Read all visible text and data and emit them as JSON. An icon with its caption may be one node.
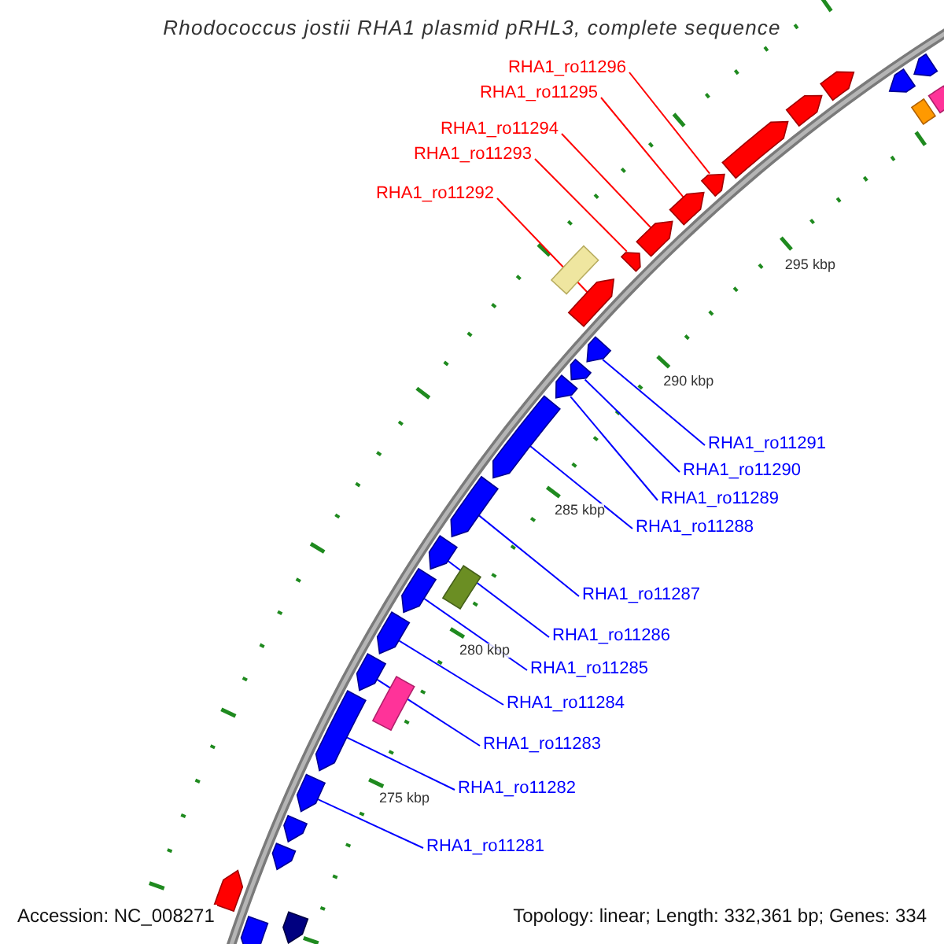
{
  "diagram": {
    "title": "Rhodococcus jostii RHA1 plasmid pRHL3, complete sequence",
    "nodes": [
      {
        "text": [
          "RHA1_ro11296"
        ]
      },
      {
        "text": [
          "RHA1_ro11295"
        ]
      },
      {
        "text": [
          "RHA1_ro11294"
        ]
      },
      {
        "text": [
          "RHA1_ro11293"
        ]
      },
      {
        "text": [
          "RHA1_ro11292"
        ]
      },
      {
        "text": [
          "RHA1_ro11291"
        ]
      },
      {
        "text": [
          "RHA1_ro11290"
        ]
      },
      {
        "text": [
          "RHA1_ro11289"
        ]
      },
      {
        "text": [
          "RHA1_ro11288"
        ]
      },
      {
        "text": [
          "RHA1_ro11287"
        ]
      },
      {
        "text": [
          "RHA1_ro11286"
        ]
      },
      {
        "text": [
          "RHA1_ro11285"
        ]
      },
      {
        "text": [
          "RHA1_ro11284"
        ]
      },
      {
        "text": [
          "RHA1_ro11283"
        ]
      },
      {
        "text": [
          "RHA1_ro11282"
        ]
      },
      {
        "text": [
          "RHA1_ro11281"
        ]
      },
      {
        "text": [],
        "shape": "bar"
      },
      {
        "text": [],
        "shape": "bar"
      },
      {
        "text": [],
        "shape": "bar"
      },
      {
        "text": [],
        "shape": "bar"
      },
      {
        "text": [],
        "shape": "bar"
      },
      {
        "text": [],
        "shape": "bar"
      },
      {
        "text": [],
        "shape": "bar"
      },
      {
        "text": [],
        "shape": "bar"
      },
      {
        "text": [],
        "shape": "bar"
      },
      {
        "text": [],
        "shape": "bar"
      },
      {
        "text": [],
        "shape": "bar"
      },
      {
        "text": [],
        "shape": "bar"
      },
      {
        "text": [],
        "shape": "bar"
      },
      {
        "text": [],
        "shape": "bar"
      },
      {
        "text": [],
        "shape": "bar"
      },
      {
        "text": [],
        "shape": "bar"
      },
      {
        "text": [],
        "shape": "bar"
      },
      {
        "text": [],
        "shape": "bar"
      },
      {
        "text": [],
        "shape": "bar"
      },
      {
        "text": [],
        "shape": "bar"
      },
      {
        "text": [],
        "shape": "bar"
      },
      {
        "text": [],
        "shape": "bar"
      },
      {
        "text": [],
        "shape": "bar"
      },
      {
        "text": [],
        "shape": "bar"
      },
      {
        "text": [],
        "shape": "bar"
      },
      {
        "text": [],
        "shape": "bar"
      },
      {
        "text": [],
        "shape": "bar"
      },
      {
        "text": [],
        "shape": "bar"
      },
      {
        "text": [],
        "shape": "bar"
      },
      {
        "text": [],
        "shape": "bar"
      },
      {
        "text": [],
        "shape": "bar"
      }
    ],
    "edges": [
      {
        "from": 0,
        "to": 16,
        "arrow": "none",
        "color": "#ff0000"
      },
      {
        "from": 1,
        "to": 17,
        "arrow": "none",
        "color": "#ff0000"
      },
      {
        "from": 2,
        "to": 18,
        "arrow": "none",
        "color": "#ff0000"
      },
      {
        "from": 3,
        "to": 19,
        "arrow": "none",
        "color": "#ff0000"
      },
      {
        "from": 4,
        "to": 20,
        "arrow": "none",
        "color": "#ff0000"
      },
      {
        "from": 5,
        "to": 21,
        "arrow": "none"
      },
      {
        "from": 6,
        "to": 22,
        "arrow": "none"
      },
      {
        "from": 7,
        "to": 23,
        "arrow": "none"
      },
      {
        "from": 8,
        "to": 24,
        "arrow": "none"
      },
      {
        "from": 9,
        "to": 25,
        "arrow": "none"
      },
      {
        "from": 10,
        "to": 26,
        "arrow": "none"
      },
      {
        "from": 11,
        "to": 27,
        "arrow": "none"
      },
      {
        "from": 12,
        "to": 28,
        "arrow": "none"
      },
      {
        "from": 13,
        "to": 29,
        "arrow": "none"
      },
      {
        "from": 14,
        "to": 30,
        "arrow": "none"
      },
      {
        "from": 15,
        "to": 31,
        "arrow": "none"
      }
    ],
    "labels": [
      "295 kbp",
      "290 kbp",
      "285 kbp",
      "280 kbp",
      "275 kbp",
      "Accession: NC_008271",
      "Topology: linear; Length: 332,361 bp; Genes: 334"
    ]
  }
}
